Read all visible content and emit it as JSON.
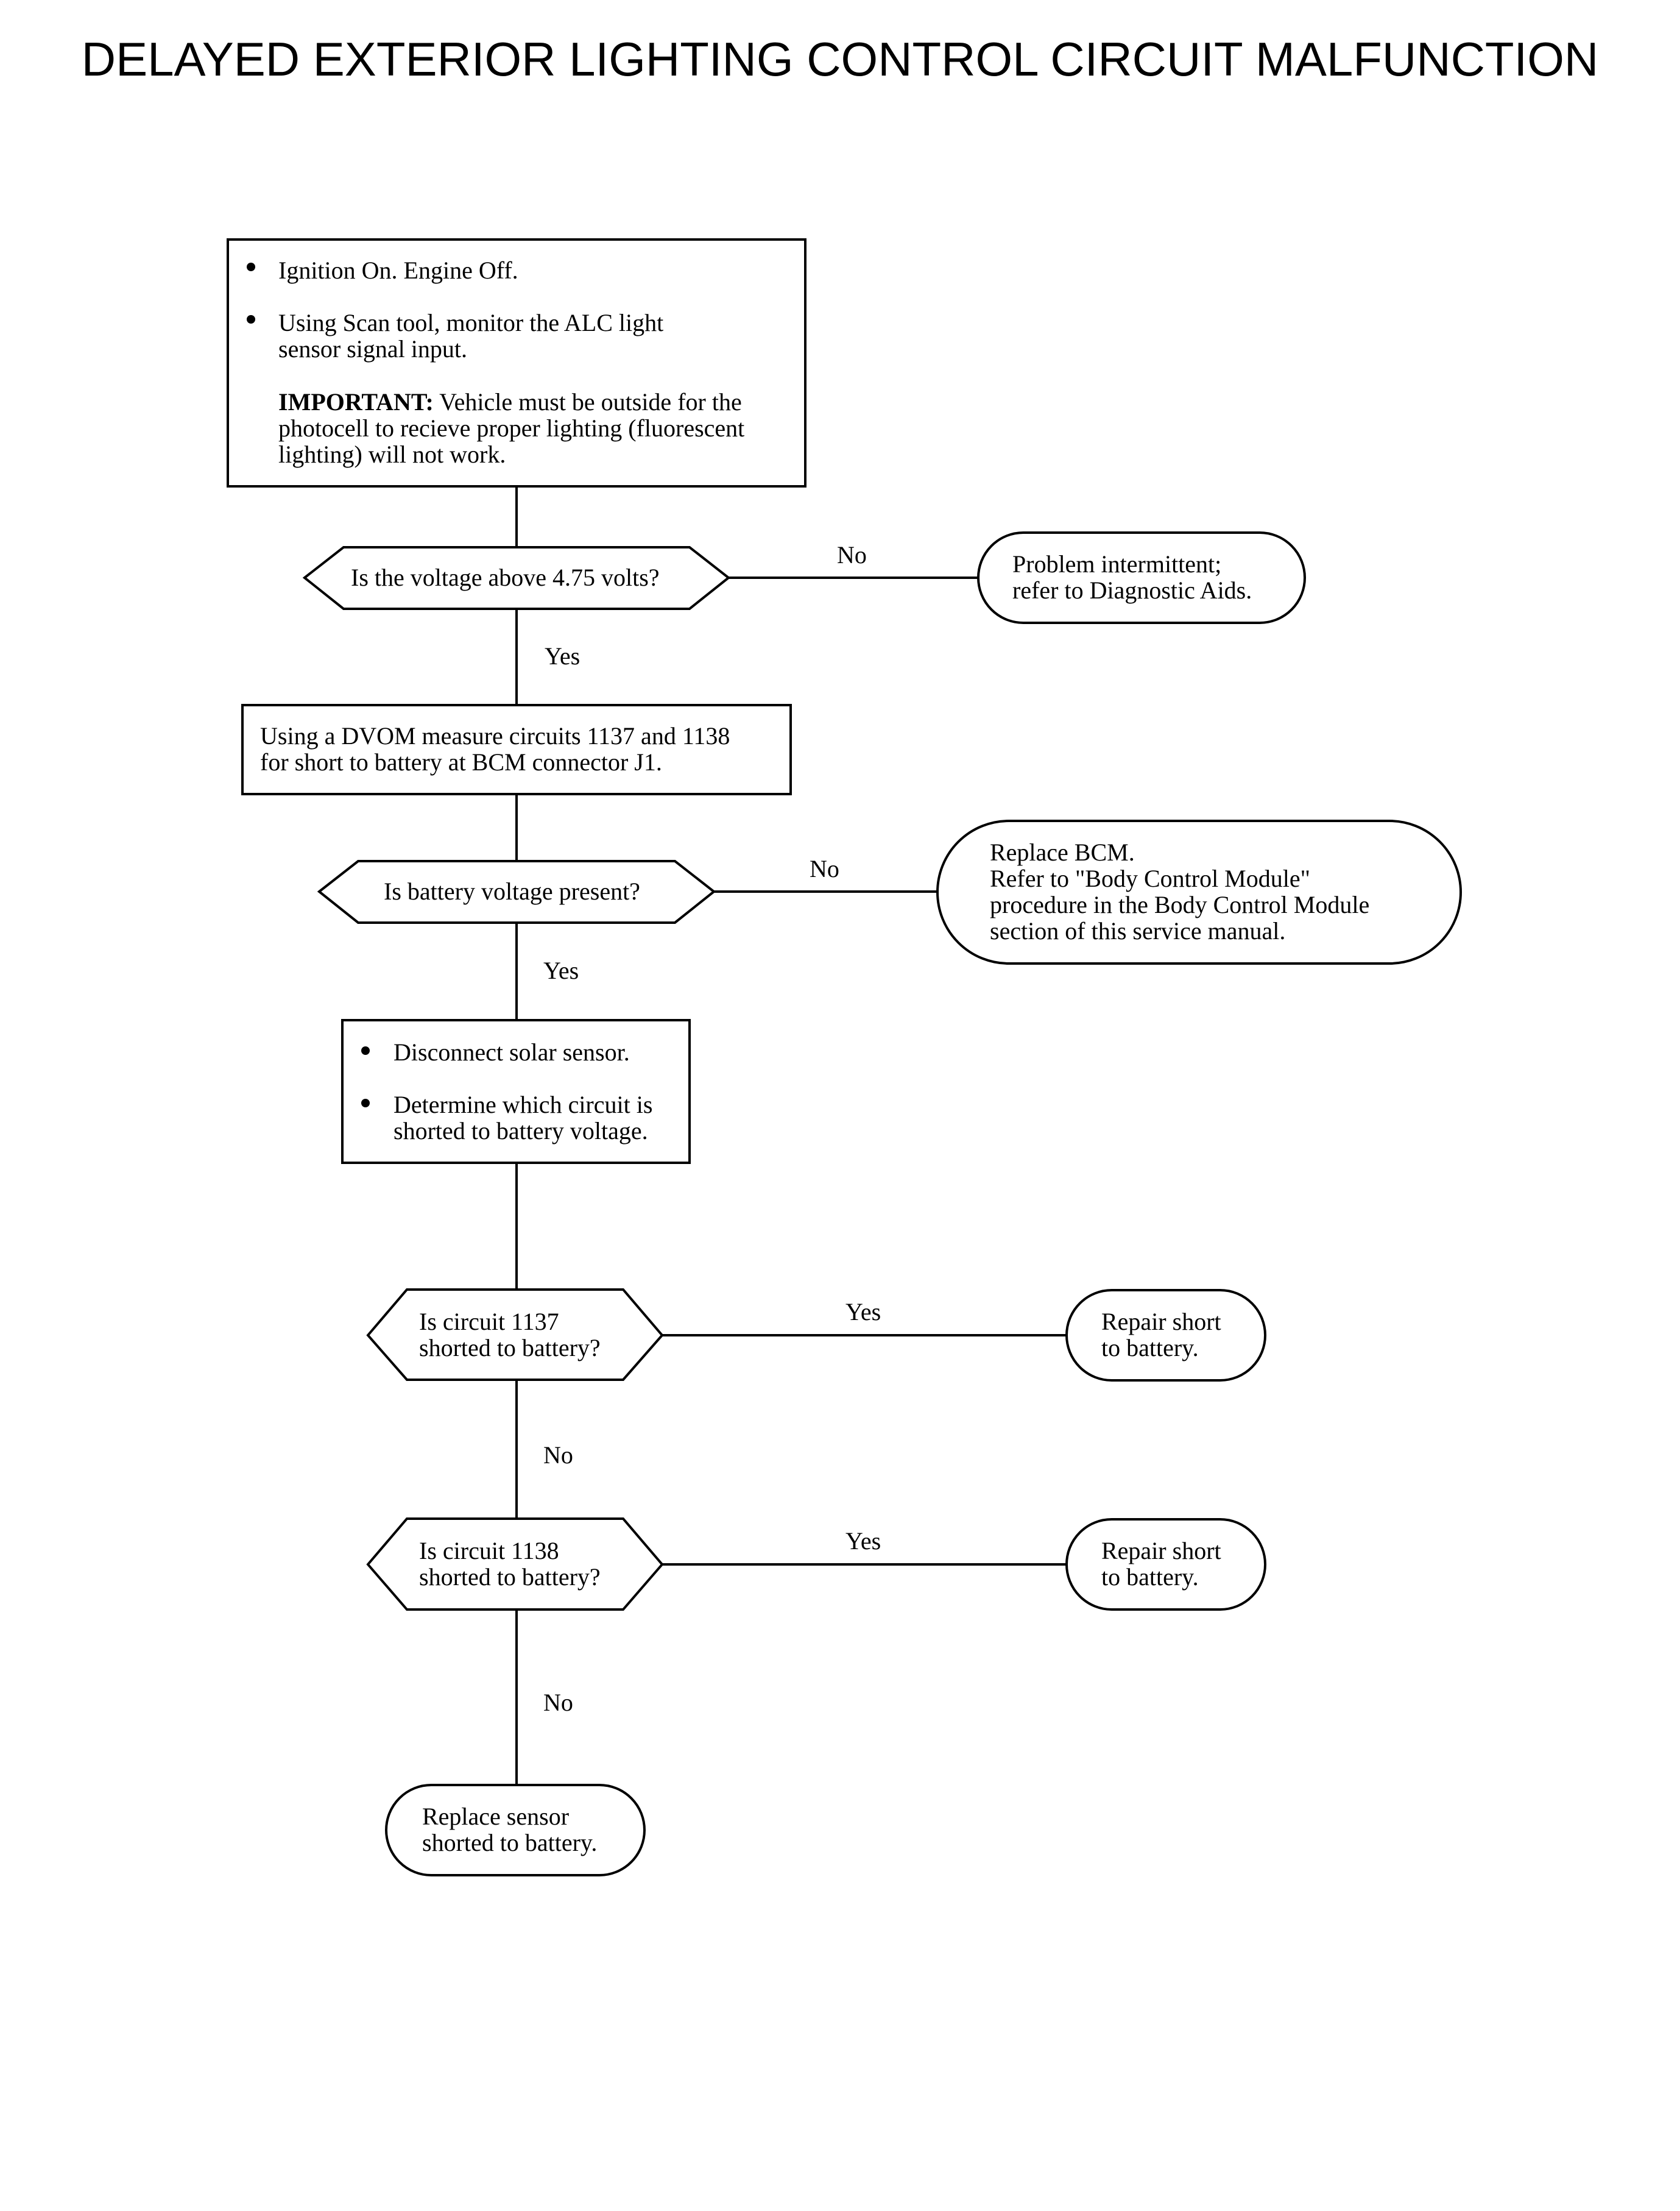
{
  "title": "DELAYED EXTERIOR LIGHTING CONTROL CIRCUIT MALFUNCTION",
  "step1": {
    "bullets": [
      "Ignition On.  Engine Off.",
      "Using Scan tool, monitor the ALC light",
      "sensor signal input."
    ],
    "important_label": "IMPORTANT:",
    "important_lines": [
      " Vehicle must be outside for the",
      "photocell to recieve proper lighting (fluorescent",
      "lighting) will not work."
    ]
  },
  "decision1": {
    "text": "Is the voltage above 4.75 volts?",
    "no_label": "No",
    "yes_label": "Yes"
  },
  "result1": {
    "lines": [
      "Problem intermittent;",
      "refer to Diagnostic Aids."
    ]
  },
  "step2": {
    "lines": [
      "Using a DVOM measure circuits 1137 and 1138",
      "for short to battery at BCM connector J1."
    ]
  },
  "decision2": {
    "text": "Is battery voltage present?",
    "no_label": "No",
    "yes_label": "Yes"
  },
  "result2": {
    "lines": [
      "Replace BCM.",
      "Refer to \"Body Control Module\"",
      "procedure in the Body Control Module",
      "section of this service manual."
    ]
  },
  "step3": {
    "bullets": [
      "Disconnect solar sensor.",
      "Determine which circuit is",
      "shorted to battery voltage."
    ]
  },
  "decision3": {
    "lines": [
      "Is circuit 1137",
      "shorted to battery?"
    ],
    "yes_label": "Yes",
    "no_label": "No"
  },
  "result3": {
    "lines": [
      "Repair short",
      "to battery."
    ]
  },
  "decision4": {
    "lines": [
      "Is circuit 1138",
      "shorted to battery?"
    ],
    "yes_label": "Yes",
    "no_label": "No"
  },
  "result4": {
    "lines": [
      "Repair short",
      "to battery."
    ]
  },
  "result5": {
    "lines": [
      "Replace sensor",
      "shorted to battery."
    ]
  }
}
